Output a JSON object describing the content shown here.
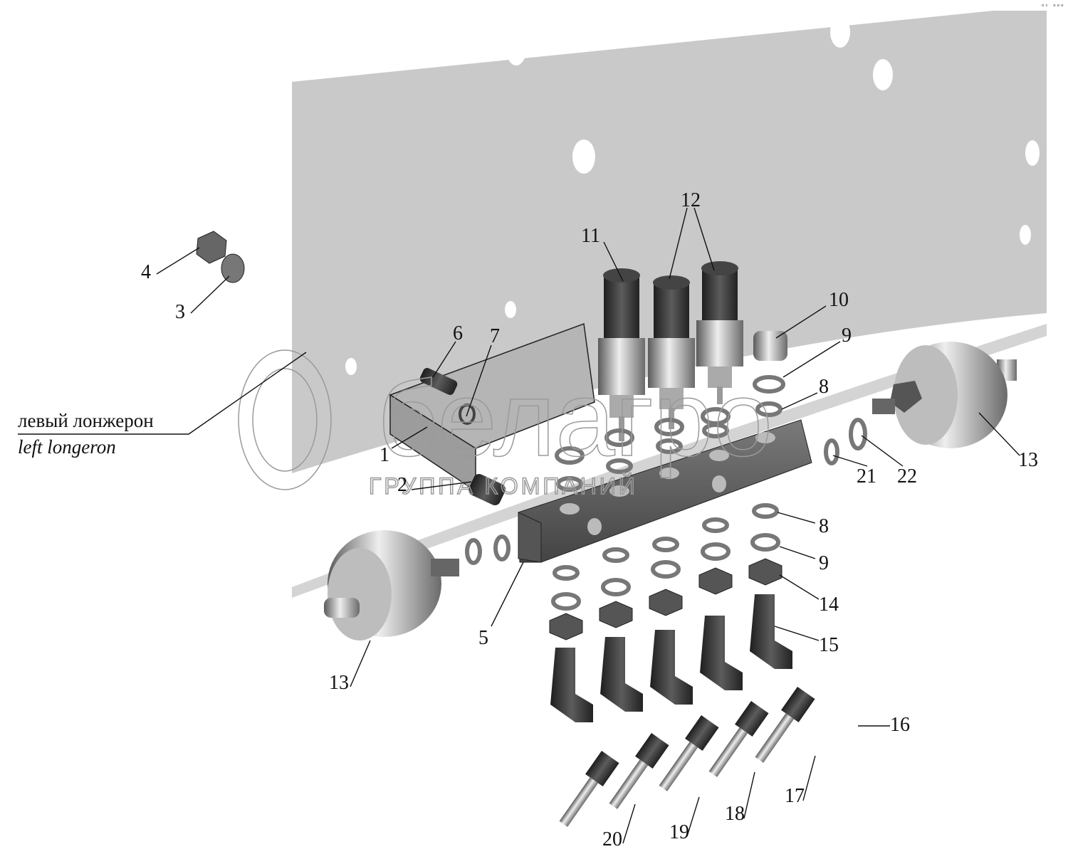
{
  "corner_mark": "ᵒᶜ ᵒᵒᵒ",
  "caption": {
    "ru": "левый лонжерон",
    "en": "left longeron"
  },
  "watermark": {
    "brand": "белагро",
    "subtitle": "ГРУППА КОМПАНИЙ"
  },
  "callouts": [
    "4",
    "3",
    "6",
    "7",
    "11",
    "12",
    "10",
    "9",
    "8",
    "21",
    "22",
    "13",
    "1",
    "2",
    "5",
    "8",
    "9",
    "14",
    "15",
    "16",
    "17",
    "18",
    "19",
    "20",
    "13"
  ],
  "colors": {
    "plate": "#c8c8c8",
    "part_dark": "#3a3a3a",
    "part_mid": "#8c8c8c",
    "part_light": "#d6d6d6"
  }
}
